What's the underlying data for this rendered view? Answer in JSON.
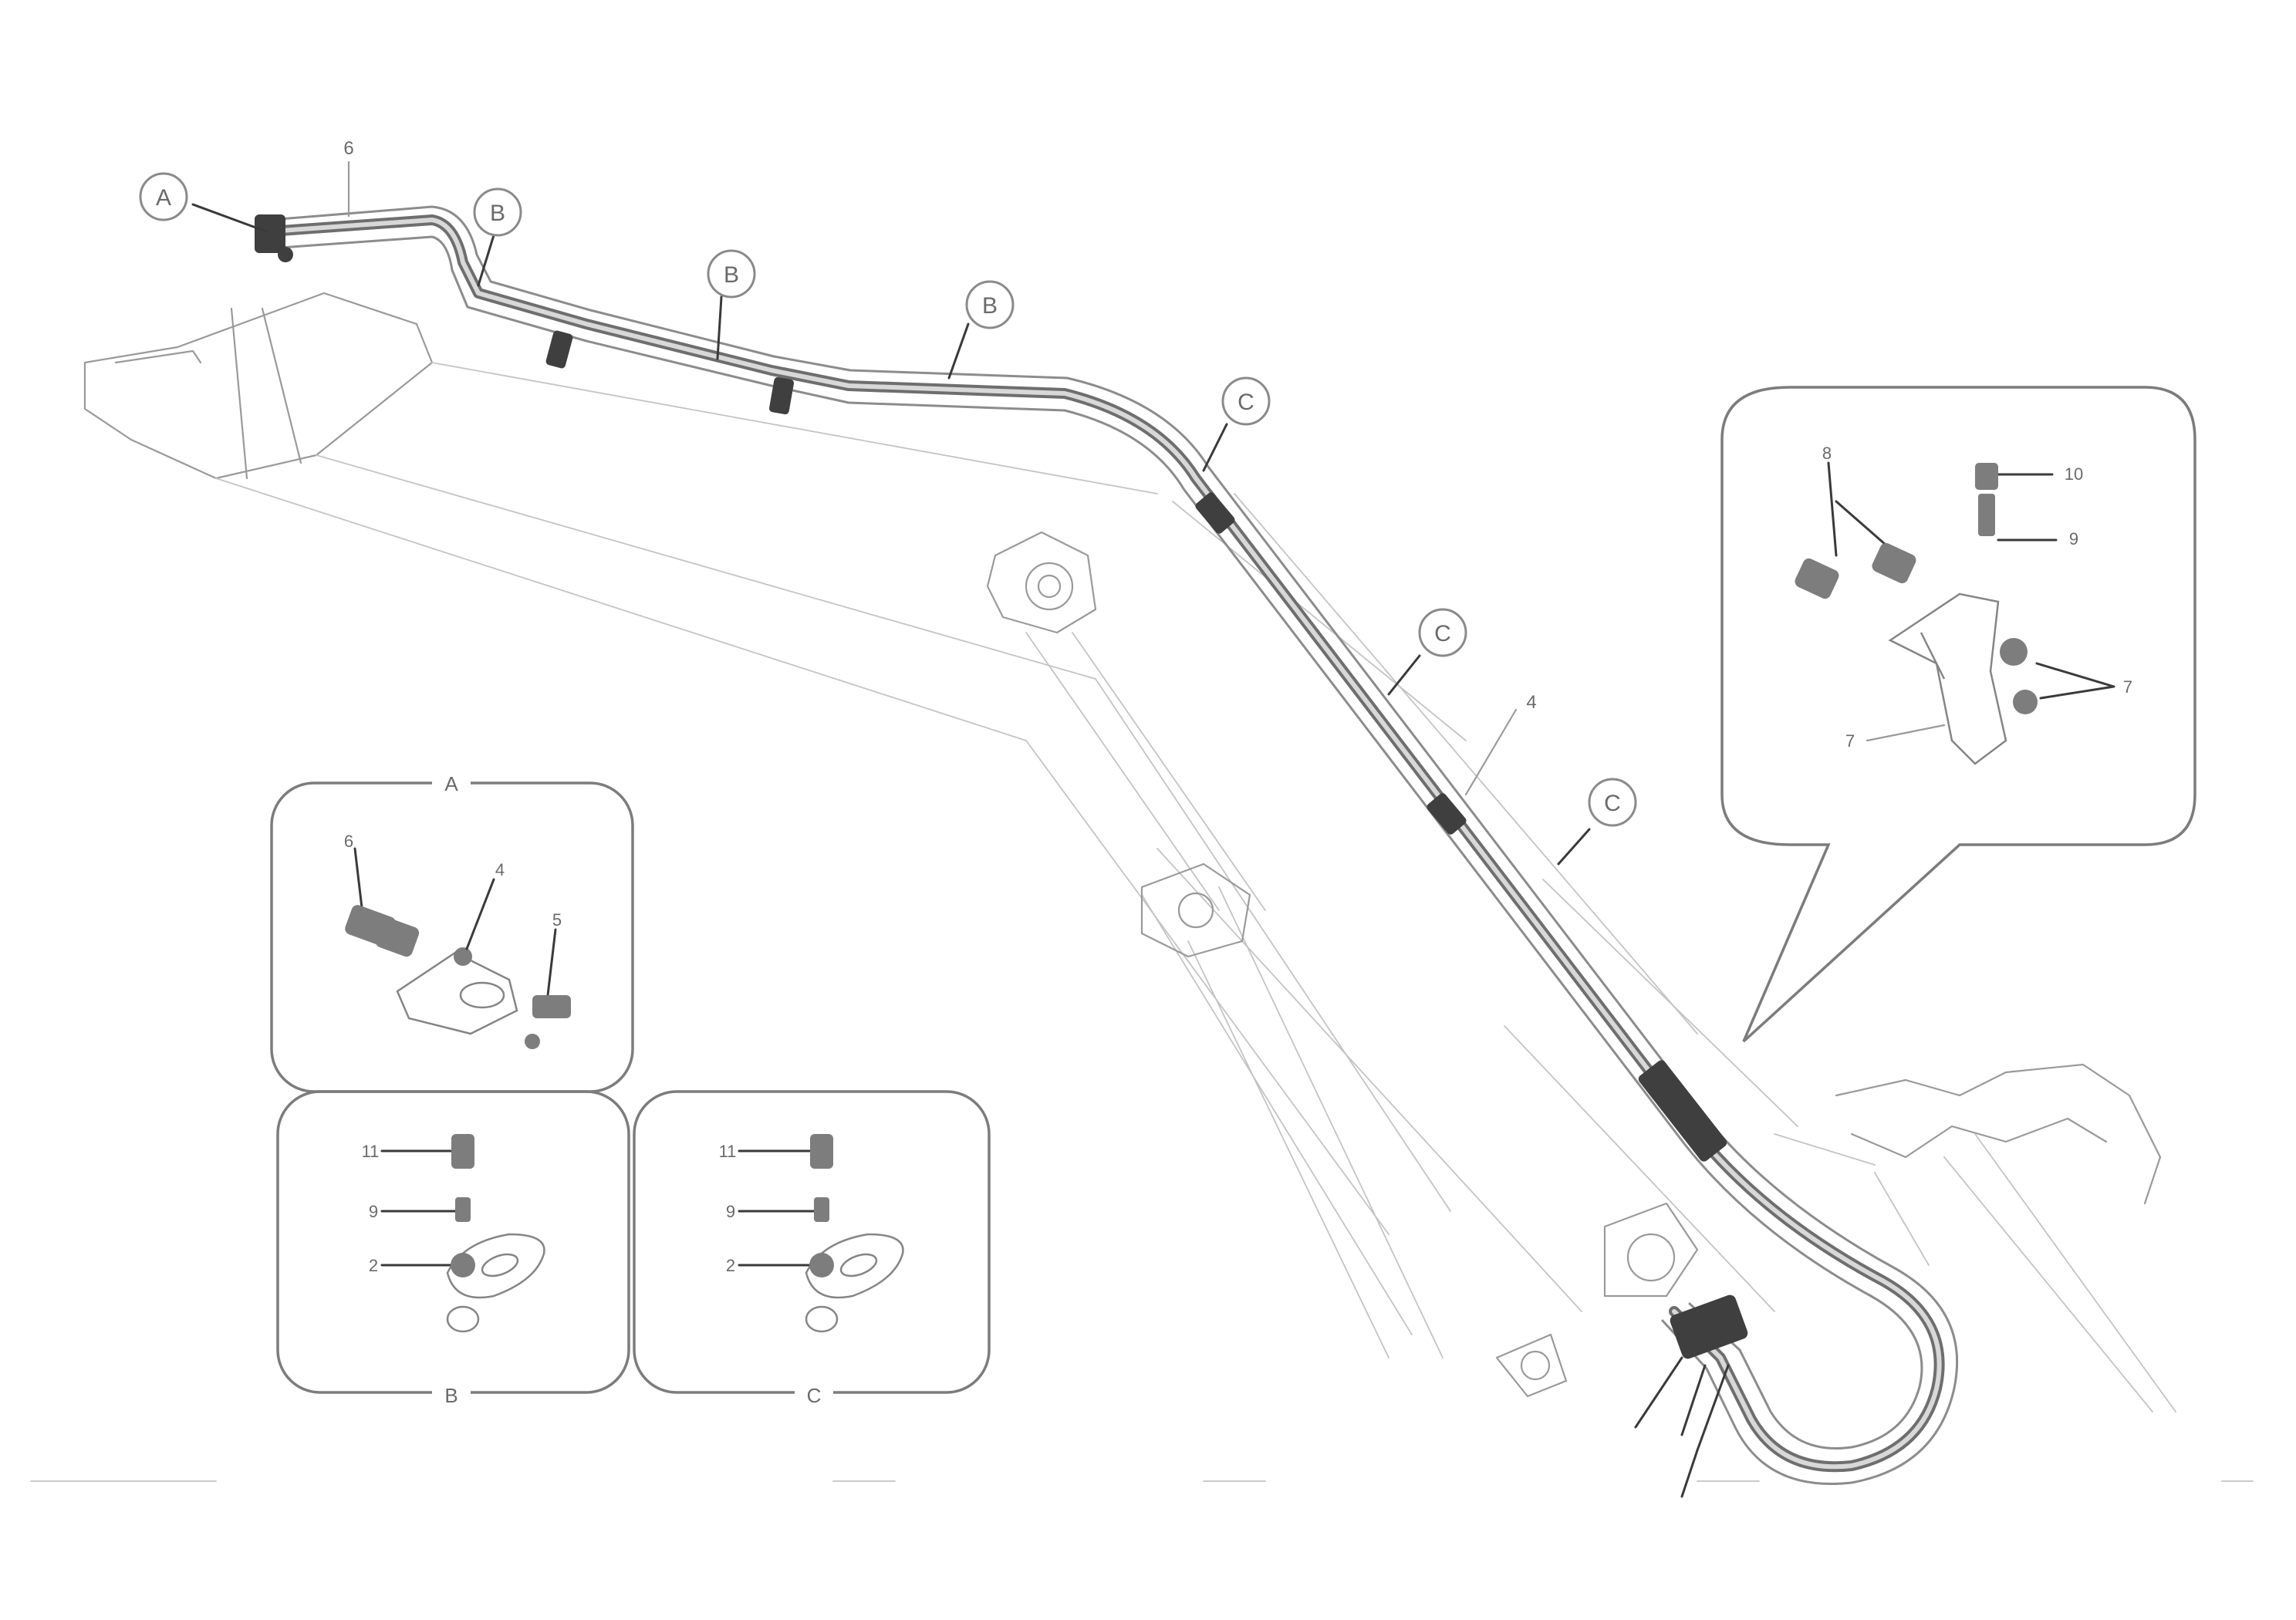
{
  "drawing": {
    "callouts_main": [
      "A",
      "B",
      "B",
      "B",
      "C",
      "C",
      "C"
    ],
    "main_numbers": [
      "6",
      "4"
    ],
    "detail_a": {
      "title": "A",
      "numbers": [
        "6",
        "4",
        "5"
      ]
    },
    "detail_b": {
      "title": "B",
      "numbers": [
        "11",
        "9",
        "2"
      ]
    },
    "detail_c": {
      "title": "C",
      "numbers": [
        "11",
        "9",
        "2"
      ]
    },
    "detail_bracket": {
      "numbers": [
        "8",
        "10",
        "9",
        "7",
        "7"
      ]
    },
    "footer": {
      "line1": "",
      "line2": "",
      "drawing_id": ""
    }
  }
}
